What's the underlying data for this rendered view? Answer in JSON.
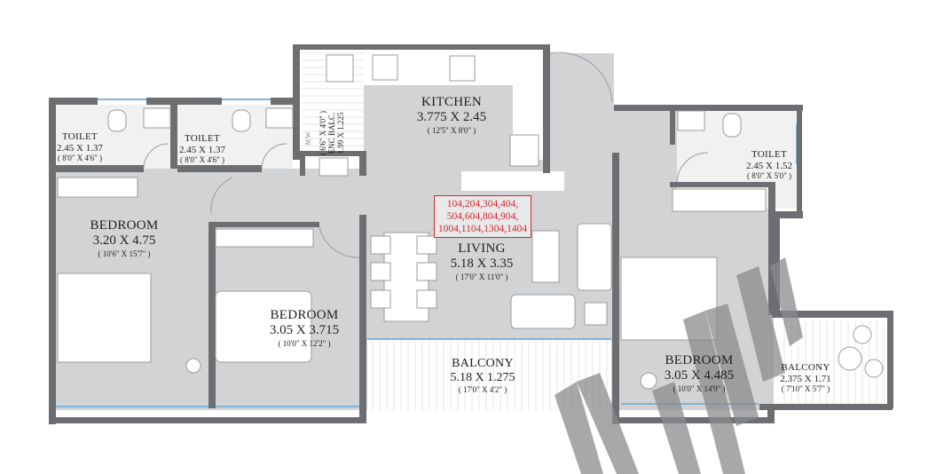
{
  "rooms": {
    "kitchen": {
      "name": "KITCHEN",
      "metric": "3.775 X 2.45",
      "imperial": "( 12'5\" X 8'0\" )"
    },
    "living": {
      "name": "LIVING",
      "metric": "5.18 X 3.35",
      "imperial": "( 17'0\" X 11'0\" )"
    },
    "bedroom_left": {
      "name": "BEDROOM",
      "metric": "3.20 X 4.75",
      "imperial": "( 10'6\" X 15'7\" )"
    },
    "bedroom_middle": {
      "name": "BEDROOM",
      "metric": "3.05 X 3.715",
      "imperial": "( 10'0\" X 12'2\" )"
    },
    "bedroom_right": {
      "name": "BEDROOM",
      "metric": "3.05 X 4.485",
      "imperial": "( 10'0\" X 14'9\" )"
    },
    "toilet_1": {
      "name": "TOILET",
      "metric": "2.45 X 1.37",
      "imperial": "( 8'0\" X 4'6\" )"
    },
    "toilet_2": {
      "name": "TOILET",
      "metric": "2.45 X 1.37",
      "imperial": "( 8'0\" X 4'6\" )"
    },
    "toilet_3": {
      "name": "TOILET",
      "metric": "2.45 X 1.52",
      "imperial": "( 8'0\" X 5'0\" )"
    },
    "balcony_main": {
      "name": "BALCONY",
      "metric": "5.18 X 1.275",
      "imperial": "( 17'0\" X 4'2\" )"
    },
    "balcony_right": {
      "name": "BALCONY",
      "metric": "2.375 X 1.71",
      "imperial": "( 7'10\" X 5'7\" )"
    },
    "enc_balcony": {
      "name": "ENC BALC.",
      "metric": "1.99 X 1.225",
      "imperial": "( 6'6\" X 4'0\" )"
    }
  },
  "mw_label": "M.W",
  "unit_numbers": [
    "104,204,304,404,",
    "504,604,804,904,",
    "1004,1104,1304,1404"
  ],
  "colors": {
    "wall": "#6d6e71",
    "floor": "#d1d3d4",
    "unit_box": "#d9262e",
    "watermark": "#8a8b8d",
    "glazing": "#7fb2d6"
  }
}
